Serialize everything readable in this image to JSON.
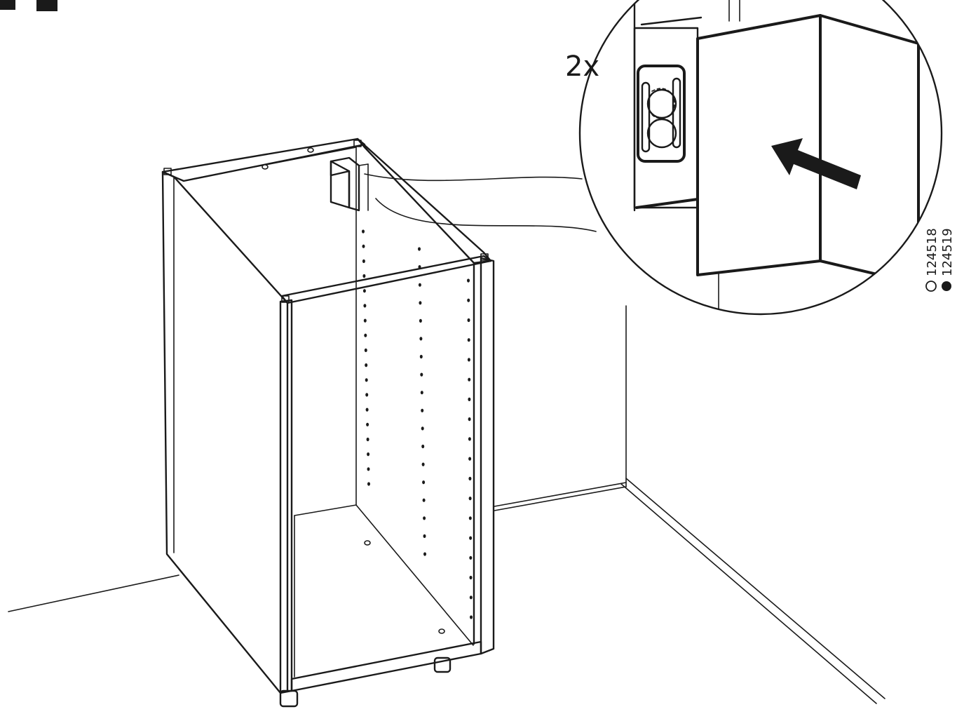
{
  "detail": {
    "quantity_label": "2x"
  },
  "article_numbers": {
    "hollow": "124518",
    "filled": "124519"
  },
  "colors": {
    "line": "#1a1a1a",
    "fill": "#ffffff",
    "grey": "#b8b8b8"
  }
}
